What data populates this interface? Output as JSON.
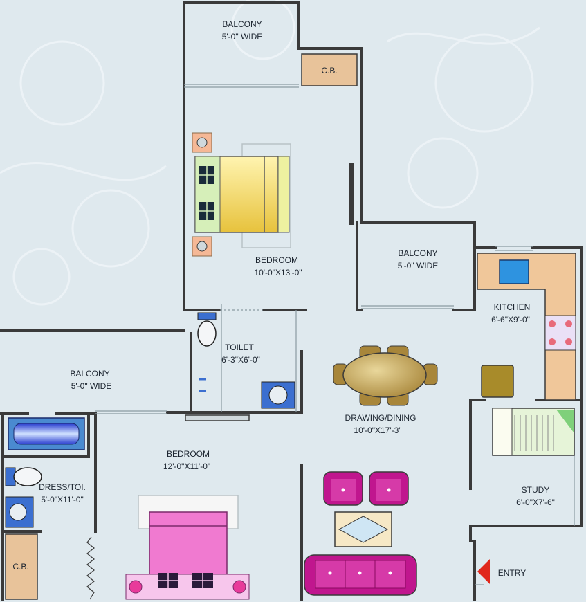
{
  "rooms": {
    "balcony_top": {
      "name": "BALCONY",
      "size": "5'-0\" WIDE"
    },
    "cb_top": {
      "name": "C.B."
    },
    "bedroom_1": {
      "name": "BEDROOM",
      "size": "10'-0\"X13'-0\""
    },
    "balcony_mid": {
      "name": "BALCONY",
      "size": "5'-0\" WIDE"
    },
    "kitchen": {
      "name": "KITCHEN",
      "size": "6'-6\"X9'-0\""
    },
    "toilet": {
      "name": "TOILET",
      "size": "6'-3\"X6'-0\""
    },
    "balcony_left": {
      "name": "BALCONY",
      "size": "5'-0\" WIDE"
    },
    "drawing_dining": {
      "name": "DRAWING/DINING",
      "size": "10'-0\"X17'-3\""
    },
    "bedroom_2": {
      "name": "BEDROOM",
      "size": "12'-0\"X11'-0\""
    },
    "dress_toilet": {
      "name": "DRESS/TOI.",
      "size": "5'-0\"X11'-0\""
    },
    "study": {
      "name": "STUDY",
      "size": "6'-0\"X7'-6\""
    },
    "cb_bottom": {
      "name": "C.B."
    }
  },
  "entry": {
    "label": "ENTRY"
  },
  "colors": {
    "background": "#dfe9ee",
    "wall": "#3a3a3a",
    "cupboard": "#e8c39a",
    "bed_yellow": "#f2d35c",
    "bed_pink": "#f07ad0",
    "sofa_magenta": "#c0168e",
    "dining_wood": "#b89a4c",
    "entry_arrow": "#e0281c"
  }
}
